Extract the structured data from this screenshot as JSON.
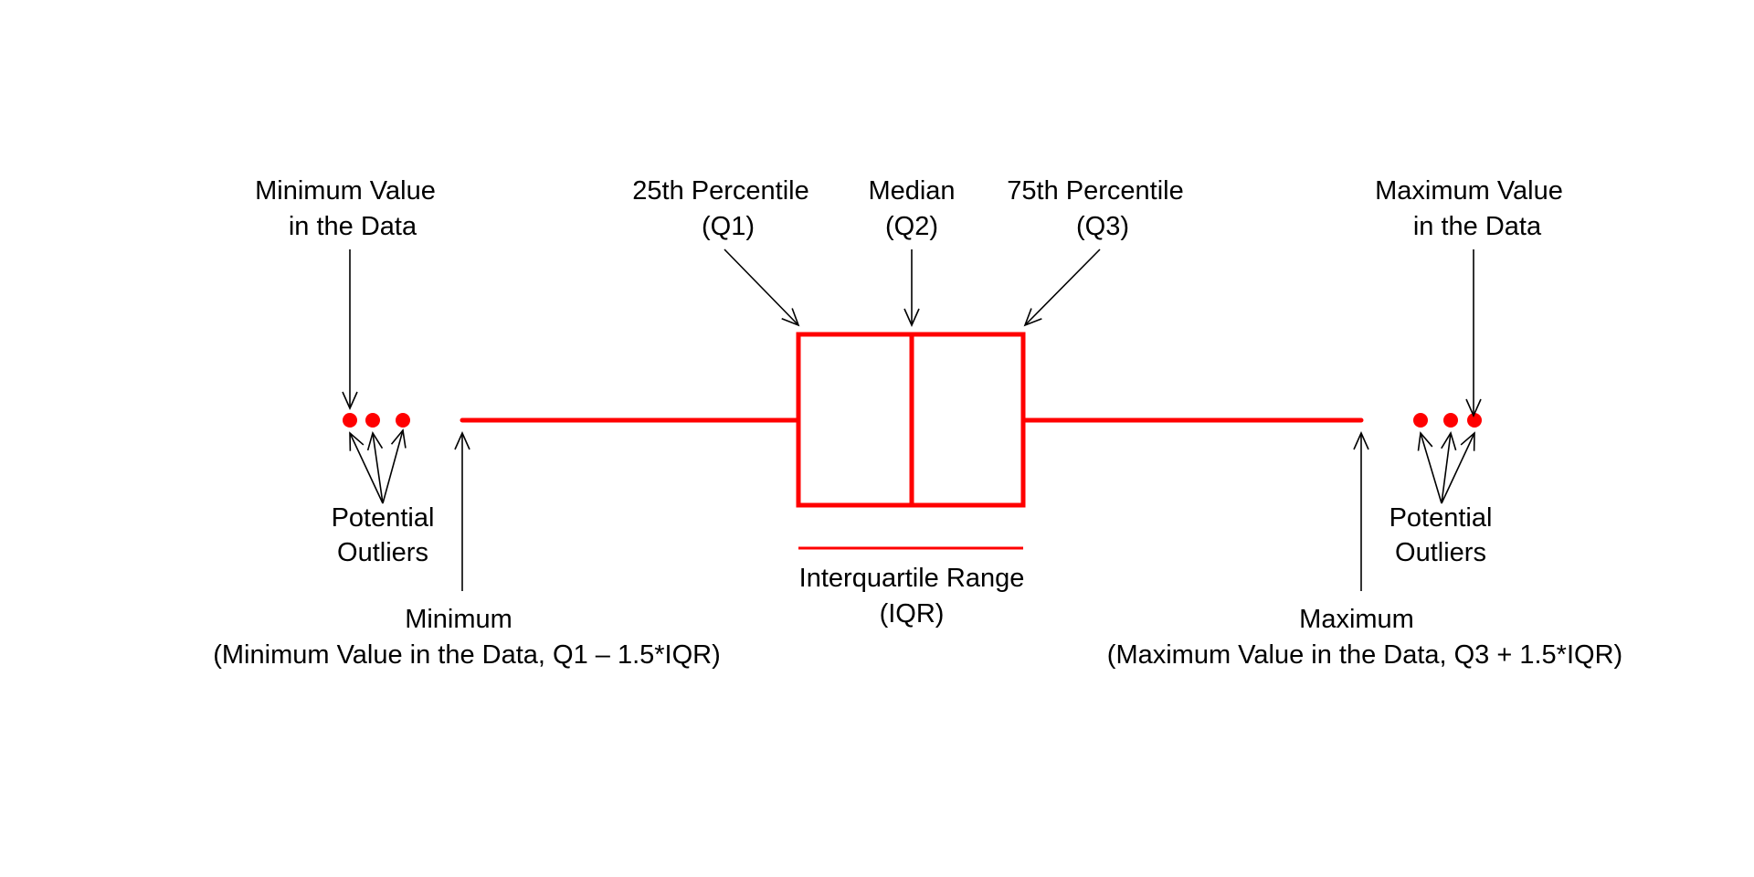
{
  "colors": {
    "box": "#ff0000",
    "annotation": "#000000",
    "background": "#ffffff"
  },
  "labels": {
    "min_value": [
      "Minimum Value",
      "in the Data"
    ],
    "q1": [
      "25th Percentile",
      "(Q1)"
    ],
    "median": [
      "Median",
      "(Q2)"
    ],
    "q3": [
      "75th Percentile",
      "(Q3)"
    ],
    "max_value": [
      "Maximum Value",
      "in the Data"
    ],
    "outliers_left": [
      "Potential",
      "Outliers"
    ],
    "outliers_right": [
      "Potential",
      "Outliers"
    ],
    "iqr": [
      "Interquartile Range",
      "(IQR)"
    ],
    "minimum": [
      "Minimum",
      "(Minimum Value in the Data, Q1 – 1.5*IQR)"
    ],
    "maximum": [
      "Maximum",
      "(Maximum Value in the Data, Q3 + 1.5*IQR)"
    ]
  }
}
